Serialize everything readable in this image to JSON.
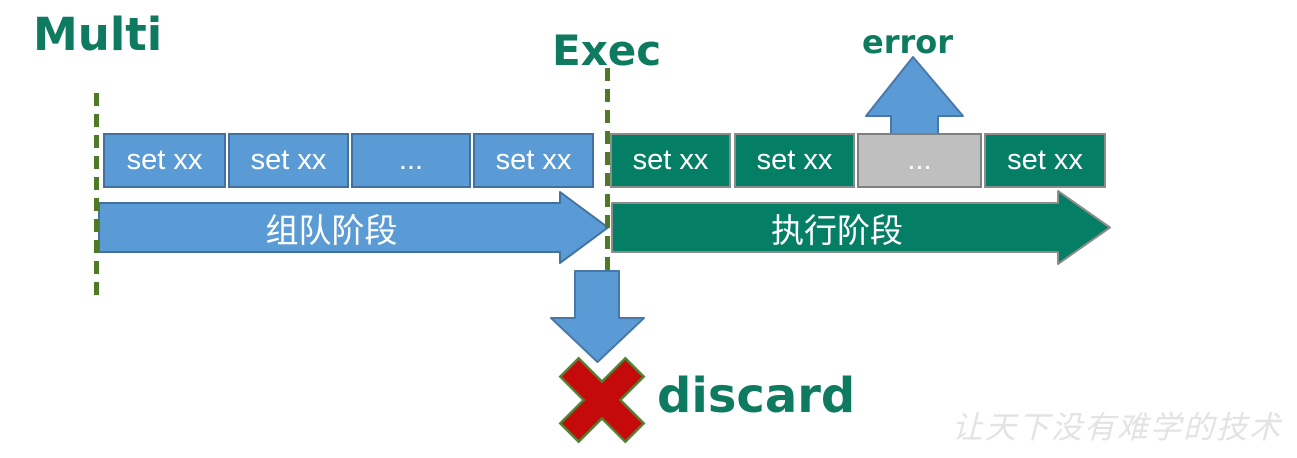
{
  "title_labels": {
    "multi": "Multi",
    "exec": "Exec",
    "error": "error",
    "discard": "discard"
  },
  "queue_phase": {
    "arrow_label": "组队阶段",
    "boxes": [
      "set xx",
      "set xx",
      "...",
      "set xx"
    ]
  },
  "exec_phase": {
    "arrow_label": "执行阶段",
    "boxes": [
      "set xx",
      "set xx",
      "...",
      "set xx"
    ]
  },
  "watermark": "让天下没有难学的技术",
  "colors": {
    "blue_fill": "#5B9BD5",
    "blue_border": "#41719C",
    "green_fill": "#057E66",
    "green_border": "#8C8C8C",
    "gray_fill": "#BFBFBF",
    "gray_border": "#7F7F7F",
    "heading_green": "#0E7A5F",
    "dash_olive": "#4E7A28",
    "x_red": "#C40A0A",
    "x_outline": "#538135",
    "watermark_gray": "#E3E3E3"
  }
}
